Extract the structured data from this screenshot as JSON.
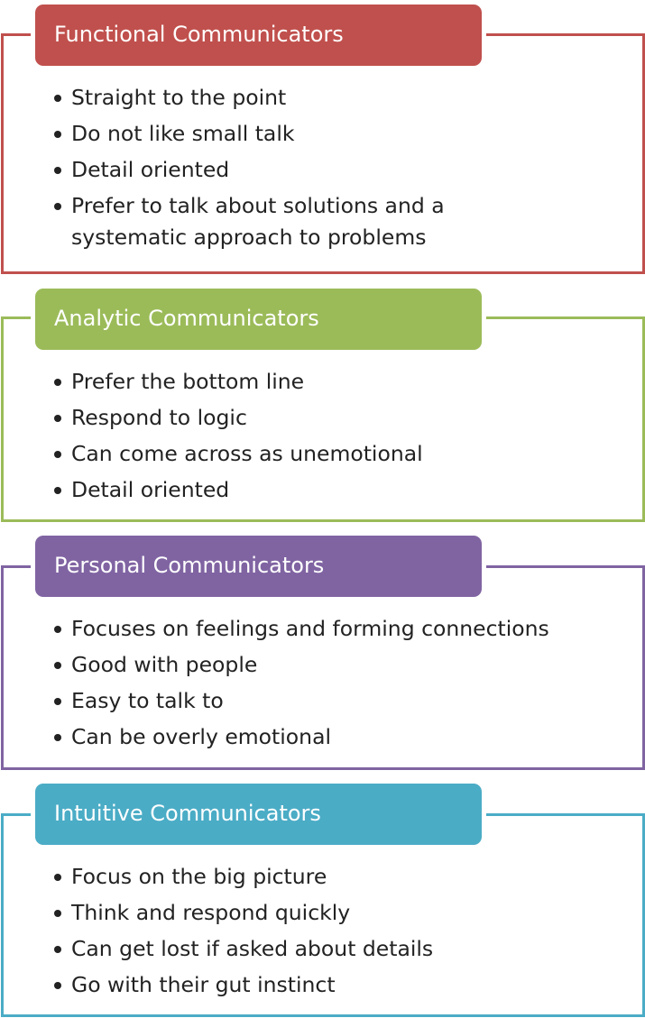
{
  "sections": [
    {
      "title": "Functional Communicators",
      "color": "#c0504d",
      "items": [
        "Straight to the point",
        "Do not like small talk",
        "Detail oriented",
        "Prefer to talk about solutions and a systematic approach to problems"
      ]
    },
    {
      "title": "Analytic Communicators",
      "color": "#9bbb59",
      "items": [
        "Prefer the bottom line",
        "Respond to logic",
        "Can come across as unemotional",
        "Detail oriented"
      ]
    },
    {
      "title": "Personal Communicators",
      "color": "#8064a2",
      "items": [
        "Focuses on feelings and forming connections",
        "Good with people",
        "Easy to talk to",
        "Can be overly emotional"
      ]
    },
    {
      "title": "Intuitive Communicators",
      "color": "#4bacc6",
      "items": [
        "Focus on the big picture",
        "Think and respond quickly",
        "Can get lost if asked about details",
        "Go with their gut instinct"
      ]
    }
  ]
}
